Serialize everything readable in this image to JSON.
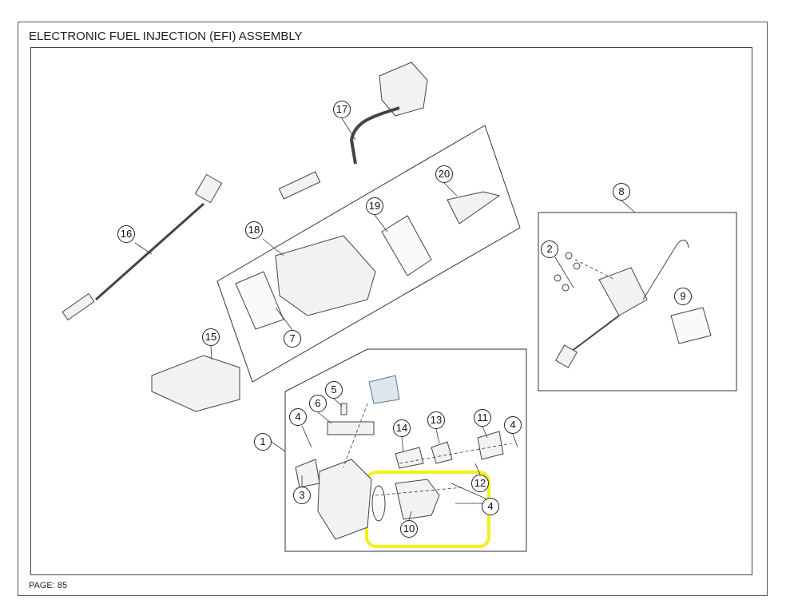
{
  "title": "ELECTRONIC FUEL INJECTION (EFI) ASSEMBLY",
  "footer": {
    "page_label": "PAGE: 85"
  },
  "highlight_color": "#f5ef1a",
  "callouts": [
    "17",
    "20",
    "19",
    "18",
    "16",
    "8",
    "2",
    "9",
    "7",
    "15",
    "5",
    "6",
    "4",
    "1",
    "14",
    "13",
    "11",
    "4",
    "3",
    "12",
    "4",
    "10"
  ]
}
